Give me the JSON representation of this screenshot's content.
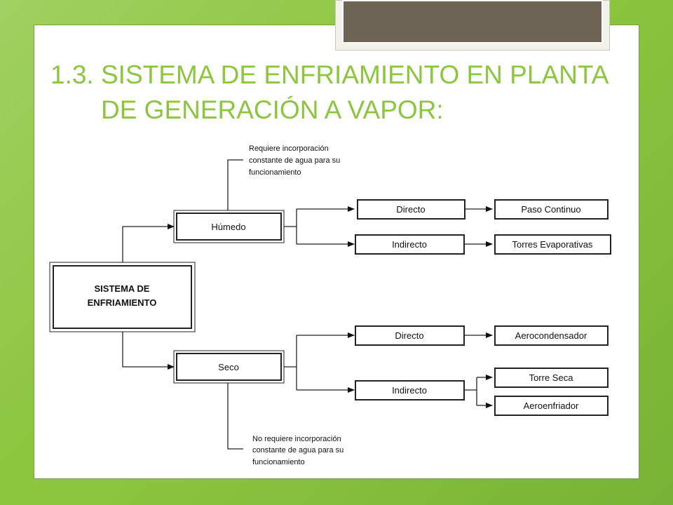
{
  "title": {
    "number": "1.3.",
    "line1": "SISTEMA DE ENFRIAMIENTO EN PLANTA",
    "line2": "DE GENERACIÓN A VAPOR:"
  },
  "diagram": {
    "root": {
      "line1": "SISTEMA DE",
      "line2": "ENFRIAMIENTO"
    },
    "humedo": {
      "label": "Húmedo",
      "note": [
        "Requiere incorporación",
        "constante de agua para su",
        "funcionamiento"
      ],
      "directo": "Directo",
      "directo_result": "Paso Continuo",
      "indirecto": "Indirecto",
      "indirecto_result": "Torres Evaporativas"
    },
    "seco": {
      "label": "Seco",
      "note": [
        "No requiere incorporación",
        "constante de agua para su",
        "funcionamiento"
      ],
      "directo": "Directo",
      "directo_result": "Aerocondensador",
      "indirecto": "Indirecto",
      "indirecto_results": [
        "Torre Seca",
        "Aeroenfriador"
      ]
    }
  },
  "colors": {
    "background": "#8cc63f",
    "title": "#8cc63f",
    "decoration": "#6d6455"
  }
}
